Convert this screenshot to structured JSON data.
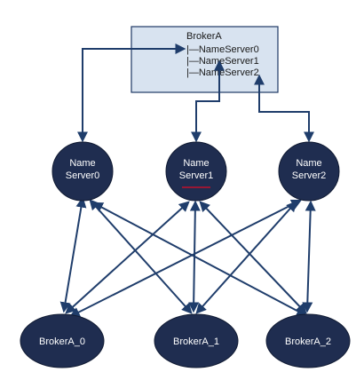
{
  "broker_box": {
    "title": "BrokerA",
    "lines": [
      "|—NameServer0",
      "|—NameServer1",
      "|—NameServer2"
    ]
  },
  "name_servers": [
    {
      "line1": "Name",
      "line2": "Server0"
    },
    {
      "line1": "Name",
      "line2": "Server1"
    },
    {
      "line1": "Name",
      "line2": "Server2"
    }
  ],
  "brokers": [
    {
      "label": "BrokerA_0"
    },
    {
      "label": "BrokerA_1"
    },
    {
      "label": "BrokerA_2"
    }
  ],
  "colors": {
    "box_fill": "#d8e3f0",
    "node_fill": "#1f2d50",
    "link": "#1f3d6b",
    "underline_mark": "#c0102a"
  }
}
